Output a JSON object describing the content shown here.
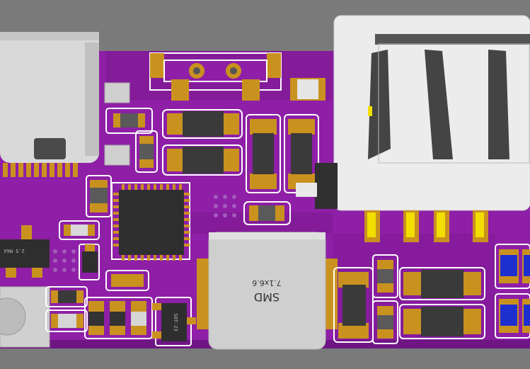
{
  "image": {
    "subject": "pcb-3d-render",
    "colors": {
      "background": "#7a7a7a",
      "board": "#8e1fa6",
      "board_dark": "#6f1584",
      "pad": "#c9921f",
      "pad_light": "#d8a63a",
      "silk": "#ffffff",
      "ic_body": "#3a3a3a",
      "ic_dark": "#2a2a2a",
      "usb_metal": "#e9e9e9",
      "usb_c_metal": "#d9d9d9",
      "inductor": "#cfcfcf",
      "pin_yellow": "#f2df00",
      "led_blue": "#1e2fd0"
    }
  },
  "labels": {
    "inductor_line1": "SMD",
    "inductor_line2": "7.1x6.6",
    "ic_left_marking": "2.5 MAX",
    "ic_bottom_marking": "SOT-23"
  }
}
